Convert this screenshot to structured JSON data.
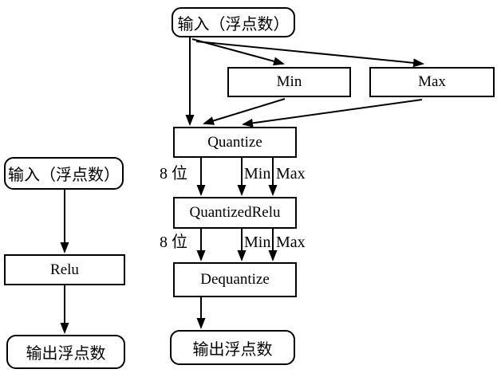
{
  "page": {
    "background_color": "#ffffff",
    "line_color": "#000000"
  },
  "diagram": {
    "left_flow": {
      "input_label": "输入（浮点数）",
      "relu_label": "Relu",
      "output_label": "输出浮点数"
    },
    "right_flow": {
      "input_label": "输入（浮点数）",
      "min_label": "Min",
      "max_label": "Max",
      "quantize_label": "Quantize",
      "quantized_relu_label": "QuantizedRelu",
      "dequantize_label": "Dequantize",
      "output_label": "输出浮点数",
      "edge_labels": {
        "row1_bits": "8 位",
        "row1_min": "Min",
        "row1_max": "Max",
        "row2_bits": "8 位",
        "row2_min": "Min",
        "row2_max": "Max"
      }
    }
  }
}
